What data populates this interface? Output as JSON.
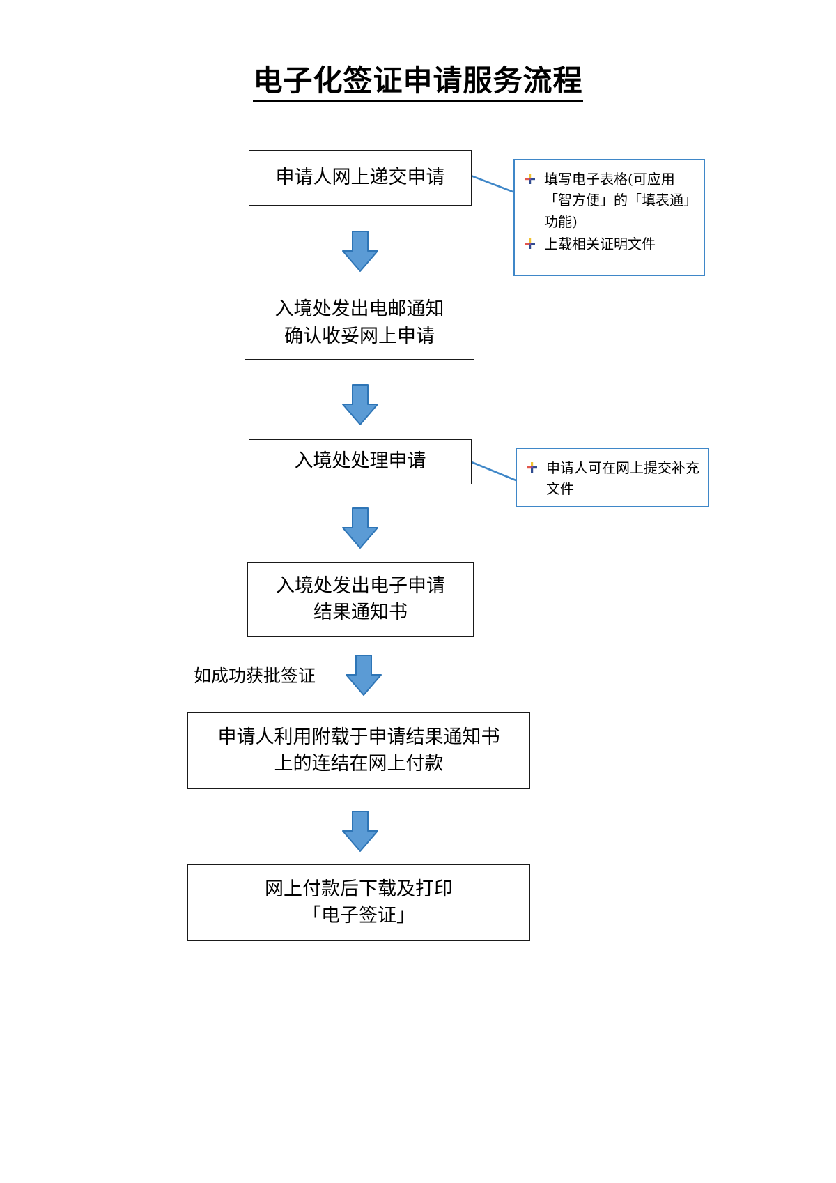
{
  "document": {
    "title": "电子化签证申请服务流程"
  },
  "colors": {
    "arrow_fill": "#5b9bd5",
    "arrow_stroke": "#2e75b6",
    "callout_border": "#3f87c8",
    "connector": "#3f87c8",
    "box_border": "#1a1a1a",
    "text": "#000000"
  },
  "flow": {
    "steps": [
      {
        "id": "step-1",
        "lines": [
          "申请人网上递交申请"
        ]
      },
      {
        "id": "step-2",
        "lines": [
          "入境处发出电邮通知",
          "确认收妥网上申请"
        ]
      },
      {
        "id": "step-3",
        "lines": [
          "入境处处理申请"
        ]
      },
      {
        "id": "step-4",
        "lines": [
          "入境处发出电子申请",
          "结果通知书"
        ]
      },
      {
        "id": "step-5",
        "lines": [
          "申请人利用附载于申请结果通知书",
          "上的连结在网上付款"
        ]
      },
      {
        "id": "step-6",
        "lines": [
          "网上付款后下载及打印",
          "「电子签证」"
        ]
      }
    ],
    "condition_label": "如成功获批签证",
    "arrow_icon": "down-block-arrow-icon"
  },
  "callouts": [
    {
      "id": "callout-1",
      "attached_to": "step-1",
      "items": [
        "填写电子表格(可应用「智方便」的「填表通」功能)",
        "上载相关证明文件"
      ]
    },
    {
      "id": "callout-2",
      "attached_to": "step-3",
      "items": [
        "申请人可在网上提交补充文件"
      ]
    }
  ]
}
